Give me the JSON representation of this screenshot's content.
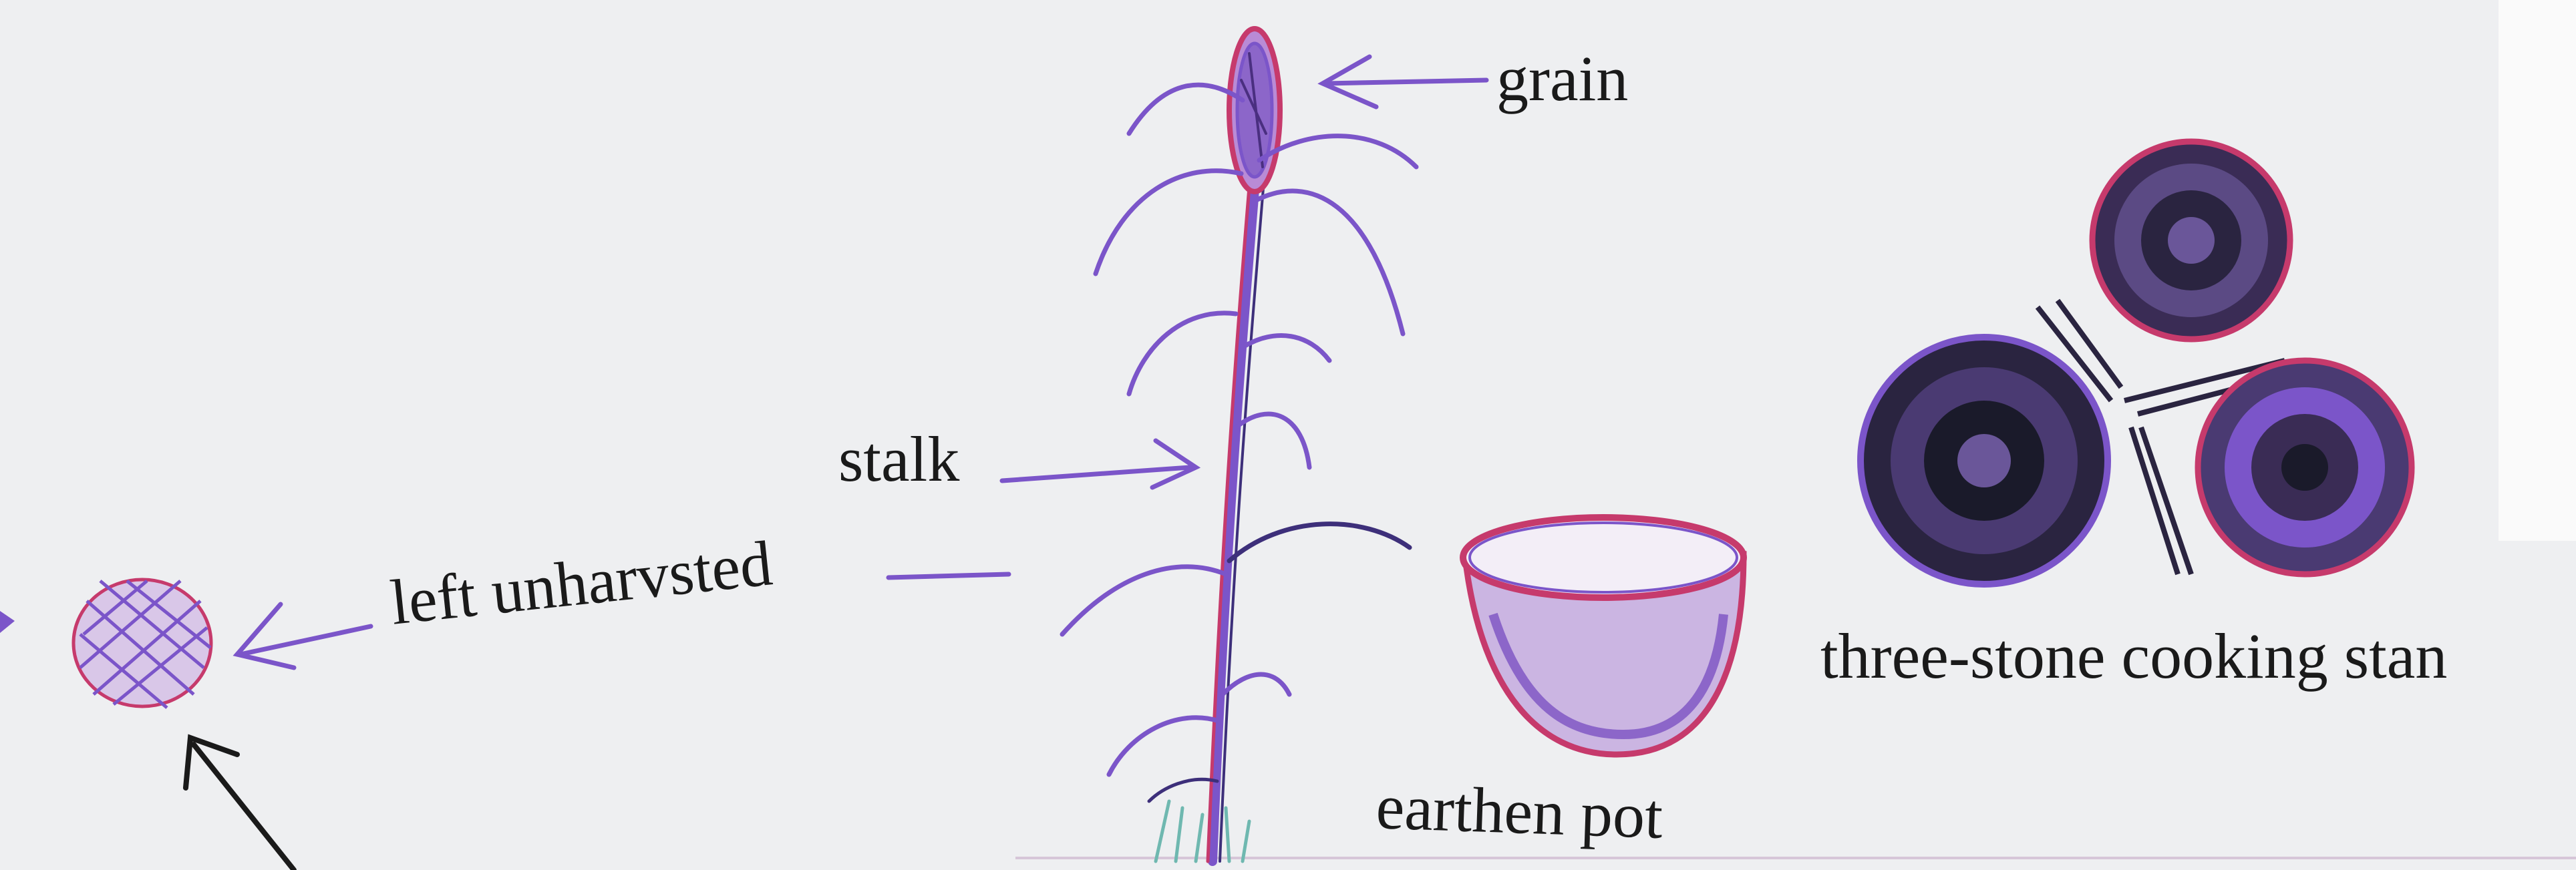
{
  "labels": {
    "grain": "grain",
    "stalk": "stalk",
    "left_unharvested": "left unharvsted",
    "earthen_pot": "earthen pot",
    "cooking_stand": "three-stone cooking stan"
  },
  "colors": {
    "background": "#eeeff1",
    "ink_purple": "#7b55c9",
    "ink_red": "#c63a6c",
    "ink_black": "#1a1a1a",
    "right_panel": "#fafafa"
  }
}
